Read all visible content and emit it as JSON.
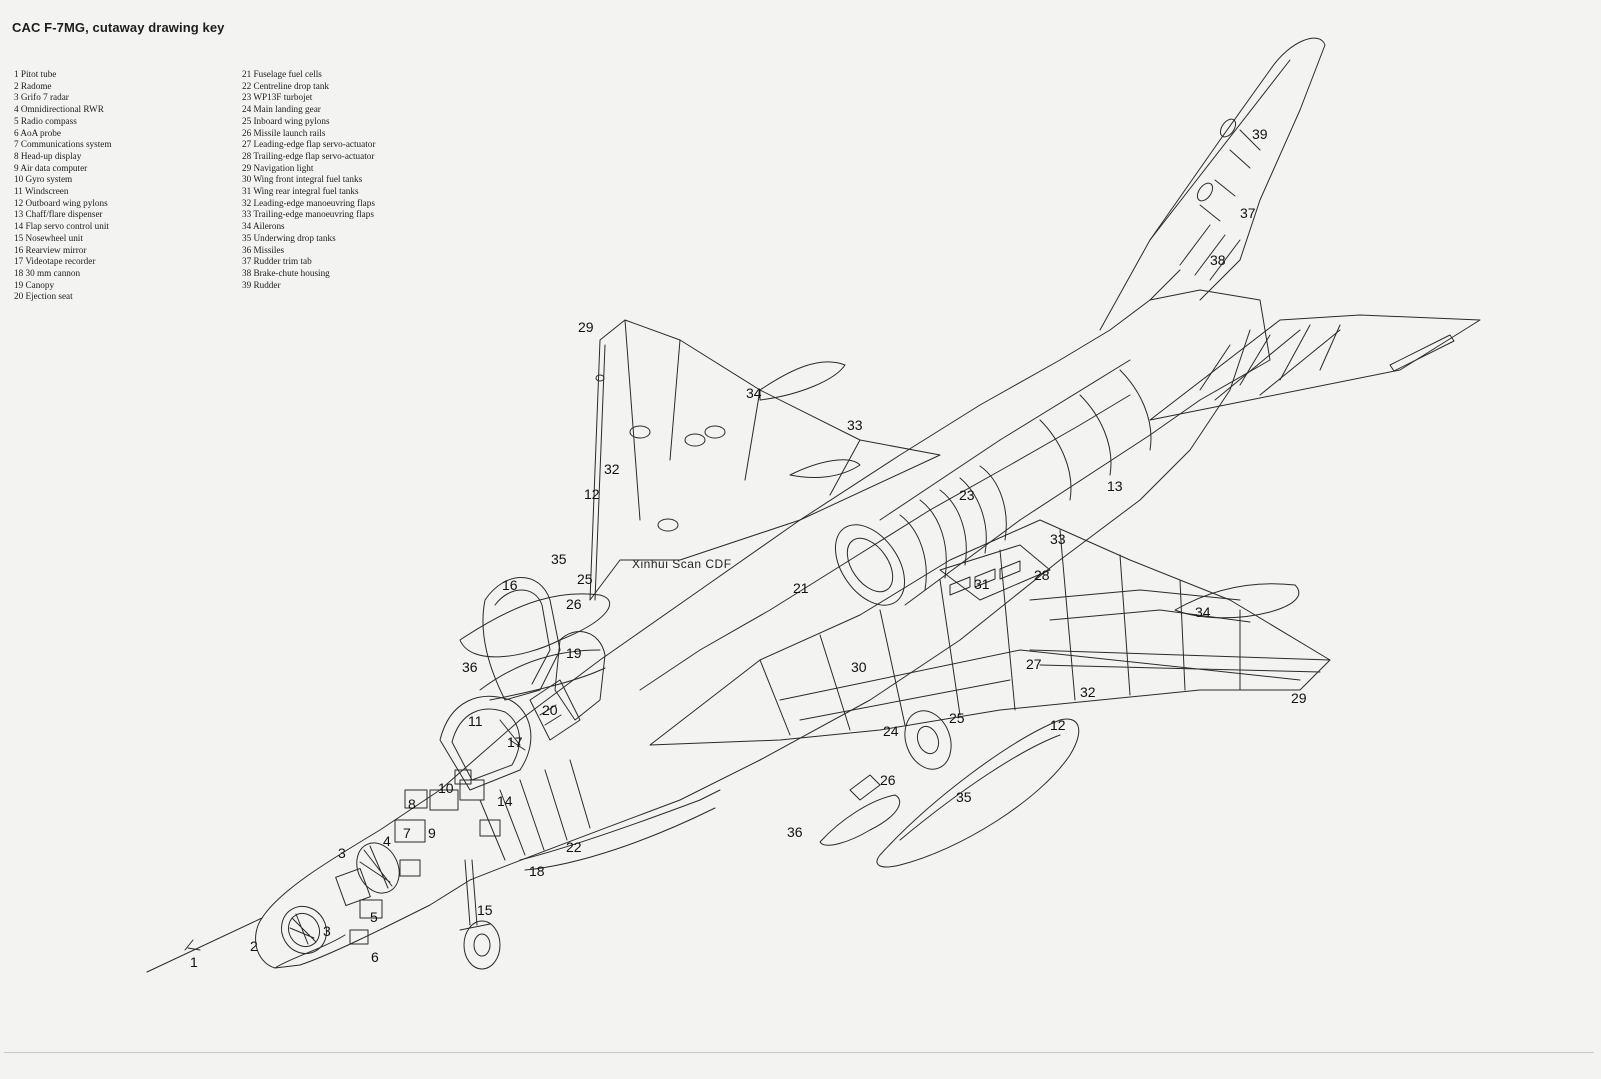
{
  "title": "CAC F-7MG, cutaway drawing key",
  "key_left": [
    "1 Pitot tube",
    "2 Radome",
    "3 Grifo 7 radar",
    "4 Omnidirectional RWR",
    "5 Radio compass",
    "6 AoA probe",
    "7 Communications system",
    "8 Head-up display",
    "9 Air data computer",
    "10 Gyro system",
    "11 Windscreen",
    "12 Outboard wing pylons",
    "13 Chaff/flare dispenser",
    "14 Flap servo control unit",
    "15 Nosewheel unit",
    "16 Rearview mirror",
    "17 Videotape recorder",
    "18 30 mm cannon",
    "19 Canopy",
    "20 Ejection seat"
  ],
  "key_right": [
    "21 Fuselage fuel cells",
    "22 Centreline drop tank",
    "23 WP13F turbojet",
    "24 Main landing gear",
    "25 Inboard wing pylons",
    "26 Missile launch rails",
    "27 Leading-edge flap servo-actuator",
    "28 Trailing-edge flap servo-actuator",
    "29 Navigation light",
    "30 Wing front integral fuel tanks",
    "31 Wing rear integral fuel tanks",
    "32 Leading-edge manoeuvring flaps",
    "33 Trailing-edge manoeuvring flaps",
    "34 Ailerons",
    "35 Underwing drop tanks",
    "36 Missiles",
    "37 Rudder trim tab",
    "38 Brake-chute housing",
    "39 Rudder"
  ],
  "callouts": [
    "1",
    "2",
    "3",
    "3",
    "4",
    "5",
    "6",
    "7",
    "8",
    "9",
    "10",
    "11",
    "12",
    "12",
    "13",
    "14",
    "15",
    "16",
    "17",
    "18",
    "19",
    "20",
    "21",
    "22",
    "23",
    "24",
    "25",
    "25",
    "26",
    "26",
    "27",
    "28",
    "29",
    "29",
    "30",
    "31",
    "32",
    "32",
    "33",
    "33",
    "34",
    "34",
    "35",
    "35",
    "36",
    "36",
    "37",
    "38",
    "39"
  ],
  "watermark": "Xinhui Scan CDF",
  "colors": {
    "line": "#2a2a2a",
    "paper": "#f3f3f1"
  }
}
